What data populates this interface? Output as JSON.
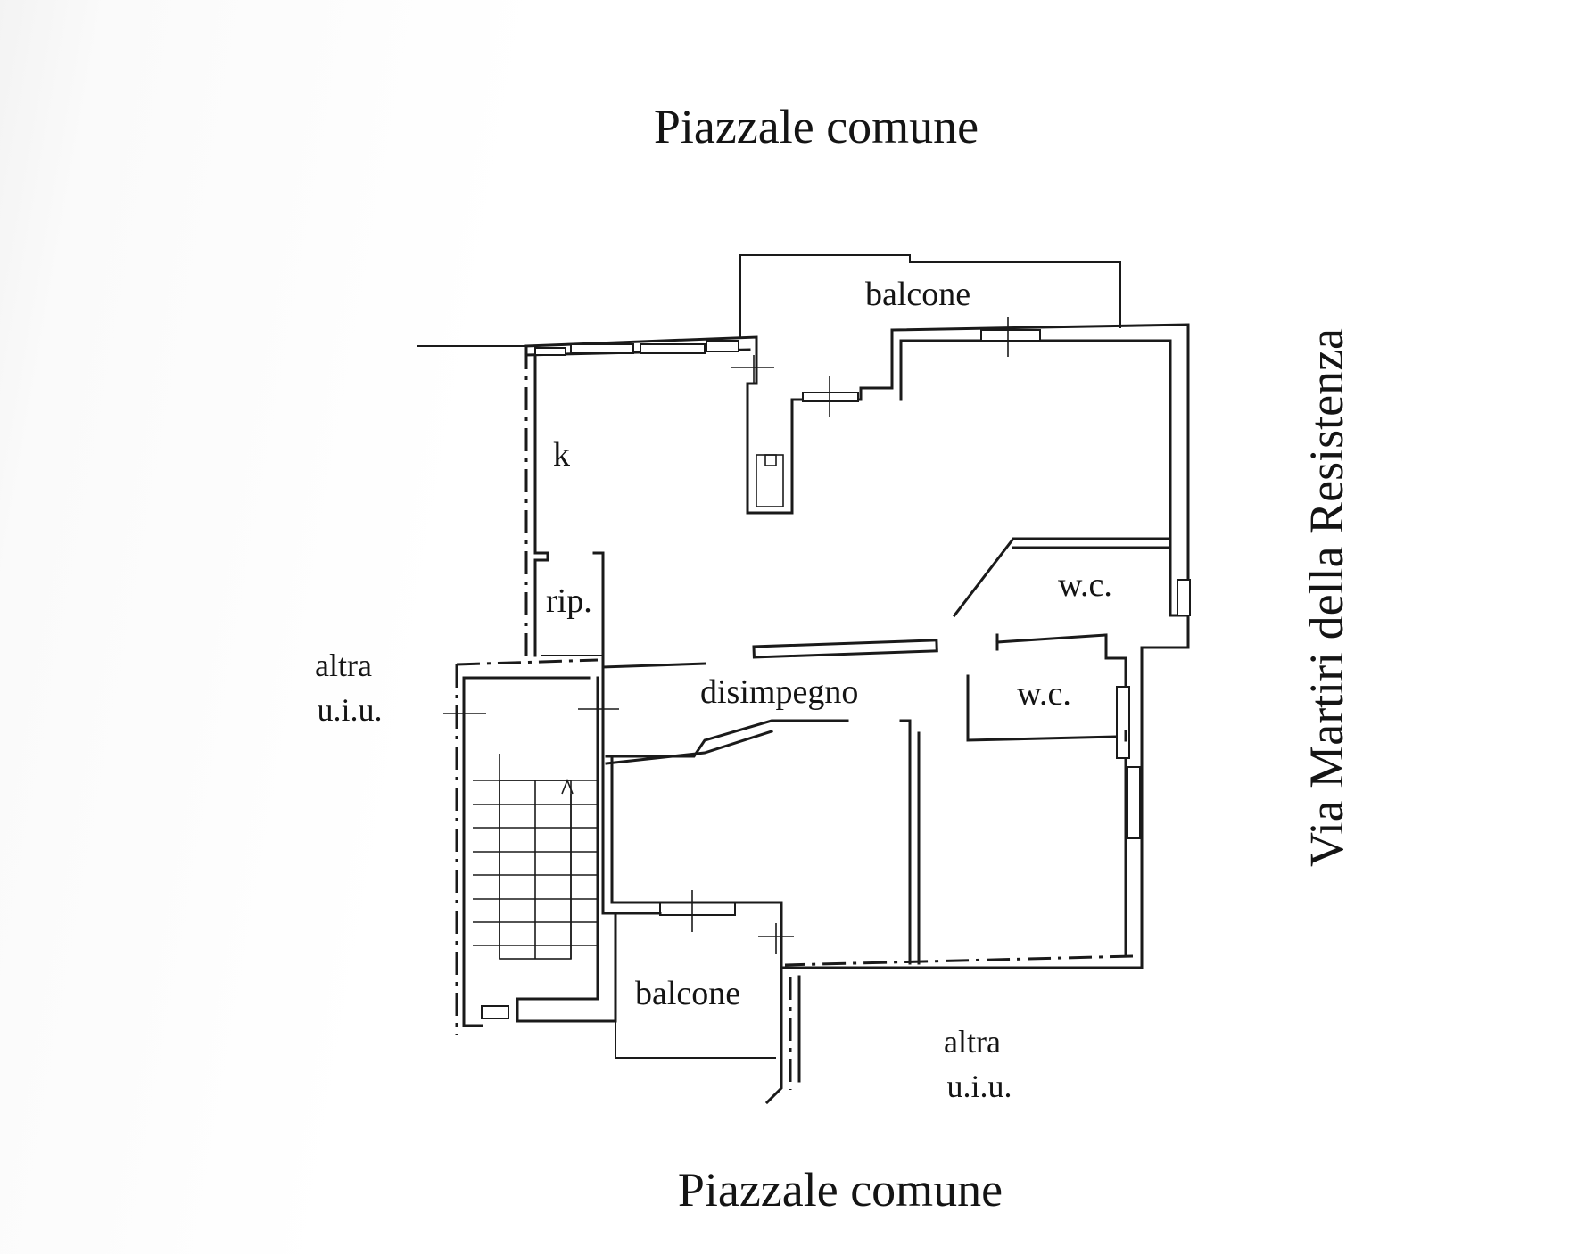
{
  "labels": {
    "top_title": "Piazzale comune",
    "bottom_title": "Piazzale comune",
    "street": "Via Martiri della Resistenza",
    "balcony_top": "balcone",
    "balcony_bottom": "balcone",
    "kitchen": "k",
    "storage": "rip.",
    "hallway": "disimpegno",
    "wc_upper": "w.c.",
    "wc_lower": "w.c.",
    "other_unit_left_1": "altra",
    "other_unit_left_2": "u.i.u.",
    "other_unit_bottom_1": "altra",
    "other_unit_bottom_2": "u.i.u."
  },
  "colors": {
    "ink": "#1a1a1a",
    "paper": "#ffffff"
  }
}
